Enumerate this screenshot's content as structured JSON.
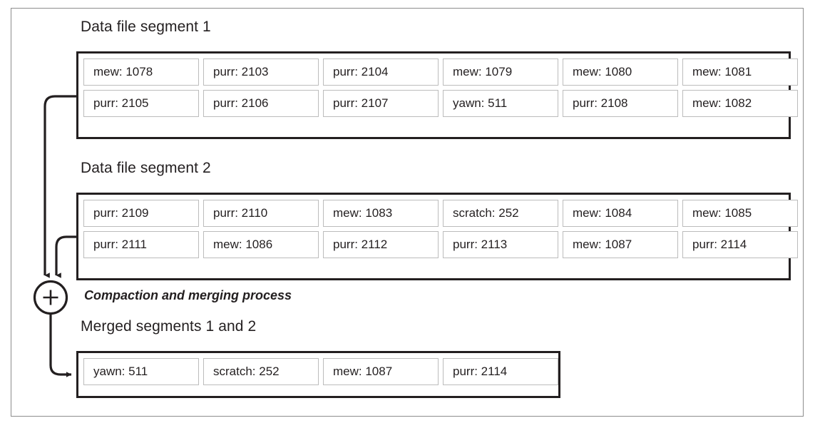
{
  "diagram": {
    "title_segment1": "Data file segment 1",
    "title_segment2": "Data file segment 2",
    "title_merged": "Merged segments 1 and 2",
    "process_label": "Compaction and merging process",
    "merge_operator": "+",
    "colors": {
      "ink": "#231f20",
      "cell_border": "#bcbcbc",
      "frame": "#8d8d8d",
      "background": "#ffffff"
    },
    "segment1": {
      "rows": [
        [
          "mew: 1078",
          "purr: 2103",
          "purr: 2104",
          "mew: 1079",
          "mew: 1080",
          "mew: 1081"
        ],
        [
          "purr: 2105",
          "purr: 2106",
          "purr: 2107",
          "yawn: 511",
          "purr: 2108",
          "mew: 1082"
        ]
      ]
    },
    "segment2": {
      "rows": [
        [
          "purr: 2109",
          "purr: 2110",
          "mew: 1083",
          "scratch: 252",
          "mew: 1084",
          "mew: 1085"
        ],
        [
          "purr: 2111",
          "mew: 1086",
          "purr: 2112",
          "purr: 2113",
          "mew: 1087",
          "purr: 2114"
        ]
      ]
    },
    "merged": {
      "rows": [
        [
          "yawn: 511",
          "scratch: 252",
          "mew: 1087",
          "purr: 2114"
        ]
      ]
    }
  }
}
